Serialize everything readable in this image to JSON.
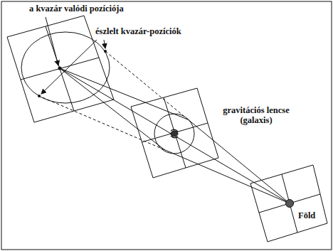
{
  "diagram": {
    "labels": [
      "a kvazár valódi pozíciója",
      "észlelt kvazár-pozíciók",
      "gravitációs lencse (galaxis)",
      "Föld"
    ]
  }
}
